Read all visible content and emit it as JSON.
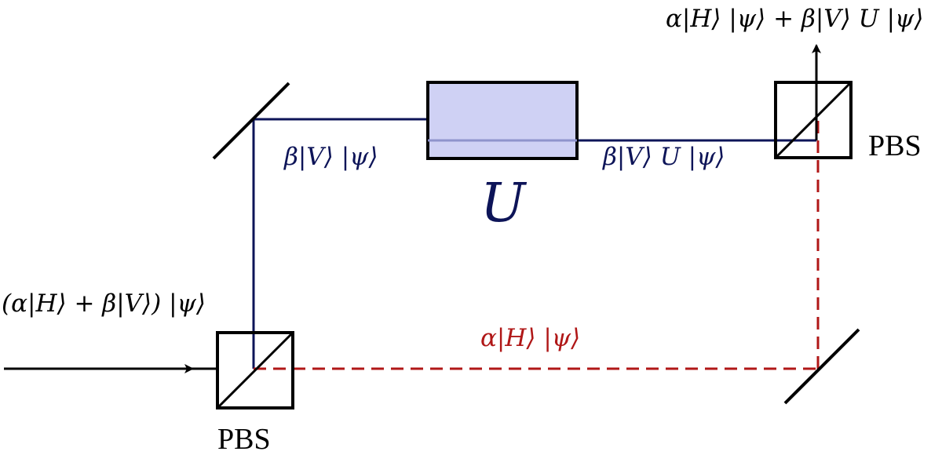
{
  "labels": {
    "input_state": "(α|H⟩ + β|V⟩) |ψ⟩",
    "output_state": "α|H⟩ |ψ⟩ + β|V⟩ U |ψ⟩",
    "upper_arm_before_u": "β|V⟩ |ψ⟩",
    "upper_arm_after_u": "β|V⟩ U |ψ⟩",
    "lower_arm": "α|H⟩ |ψ⟩",
    "unitary": "U",
    "pbs_input": "PBS",
    "pbs_output": "PBS"
  },
  "colors": {
    "v_path": "#0d1458",
    "h_path": "#b01717",
    "unitary_fill": "#cfd1f4",
    "outline": "#000000",
    "text": "#000000"
  }
}
